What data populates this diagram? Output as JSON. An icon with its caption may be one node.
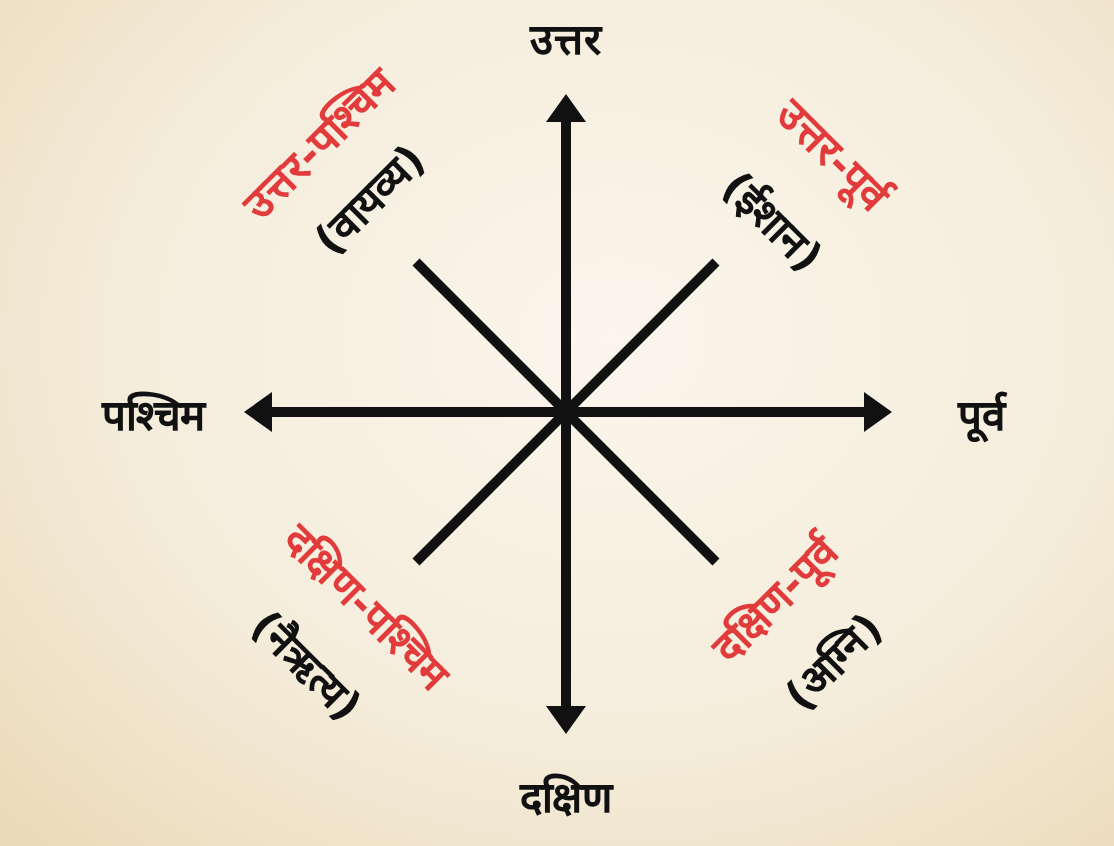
{
  "diagram": {
    "labels": [
      "उत्तर",
      "उत्तर-पश्चिम",
      "(वायव्य)",
      "उत्तर-पूर्व",
      "(ईशान)",
      "पश्चिम",
      "पूर्व",
      "दक्षिण-पश्चिम",
      "(नैऋत्य)",
      "दक्षिण-पूर्व",
      "(अग्नि)",
      "दक्षिण"
    ]
  }
}
